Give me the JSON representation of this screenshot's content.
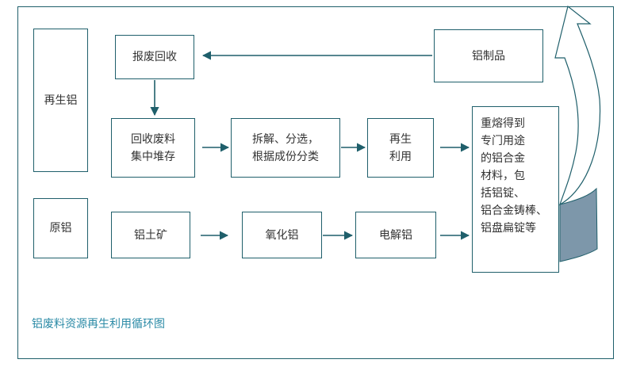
{
  "colors": {
    "border": "#1f5f6b",
    "arrow": "#1f5f6b",
    "caption": "#2a8aa6",
    "curve_fill": "#7d97aa"
  },
  "labels": {
    "recycled_aluminum": "再生铝",
    "primary_aluminum": "原铝",
    "scrap_recovery": "报废回收",
    "aluminum_products": "铝制品",
    "collect_store": "回收废料\n集中堆存",
    "dismantle_sort": "拆解、分选，\n根据成份分类",
    "reuse": "再生\n利用",
    "remelt": "重熔得到\n专门用途\n的铝合金\n材料，包\n括铝锭、\n铝合金铸棒、\n铝盘扁锭等",
    "bauxite": "铝土矿",
    "alumina": "氧化铝",
    "electrolytic_aluminum": "电解铝"
  },
  "caption": "铝废料资源再生利用循环图"
}
